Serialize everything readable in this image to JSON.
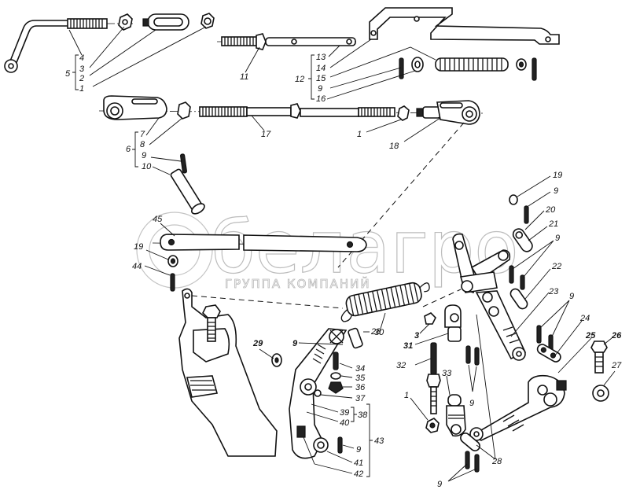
{
  "diagram": {
    "type": "exploded-parts-view",
    "watermark": {
      "logo_text": "белагро",
      "subtitle": "ГРУППА КОМПАНИЙ"
    },
    "groups": [
      {
        "id": "5",
        "members": [
          "4",
          "3",
          "2",
          "1"
        ]
      },
      {
        "id": "12",
        "members": [
          "13",
          "14",
          "15",
          "9",
          "16"
        ]
      },
      {
        "id": "6",
        "members": [
          "7",
          "8",
          "9",
          "10"
        ]
      },
      {
        "id": "38",
        "members": [
          "39",
          "40"
        ]
      },
      {
        "id": "43",
        "members": [
          "39",
          "40",
          "38",
          "9",
          "41",
          "42"
        ]
      }
    ],
    "labels": {
      "g5_4": "4",
      "g5_3": "3",
      "g5_2": "2",
      "g5_1": "1",
      "g5": "5",
      "p11": "11",
      "g12_13": "13",
      "g12_14": "14",
      "g12_15": "15",
      "g12_9": "9",
      "g12_16": "16",
      "g12": "12",
      "p17": "17",
      "g6_7": "7",
      "g6_8": "8",
      "g6_9": "9",
      "g6_10": "10",
      "g6": "6",
      "p1a": "1",
      "p18": "18",
      "p45": "45",
      "p19a": "19",
      "p44": "44",
      "p19b": "19",
      "p9a": "9",
      "p20": "20",
      "p21": "21",
      "p9b": "9",
      "p22": "22",
      "p23": "23",
      "p9c": "9",
      "p24": "24",
      "p25": "25",
      "p26": "26",
      "p27": "27",
      "p28a": "28",
      "p9d": "9",
      "p29": "29",
      "p30": "30",
      "p3": "3",
      "p31": "31",
      "p32": "32",
      "p33": "33",
      "p9e": "9",
      "p1b": "1",
      "p28b": "28",
      "p9f": "9",
      "p34": "34",
      "p35": "35",
      "p36": "36",
      "p37": "37",
      "p39": "39",
      "p40": "40",
      "p38": "38",
      "p43": "43",
      "p9g": "9",
      "p41": "41",
      "p42": "42"
    }
  }
}
